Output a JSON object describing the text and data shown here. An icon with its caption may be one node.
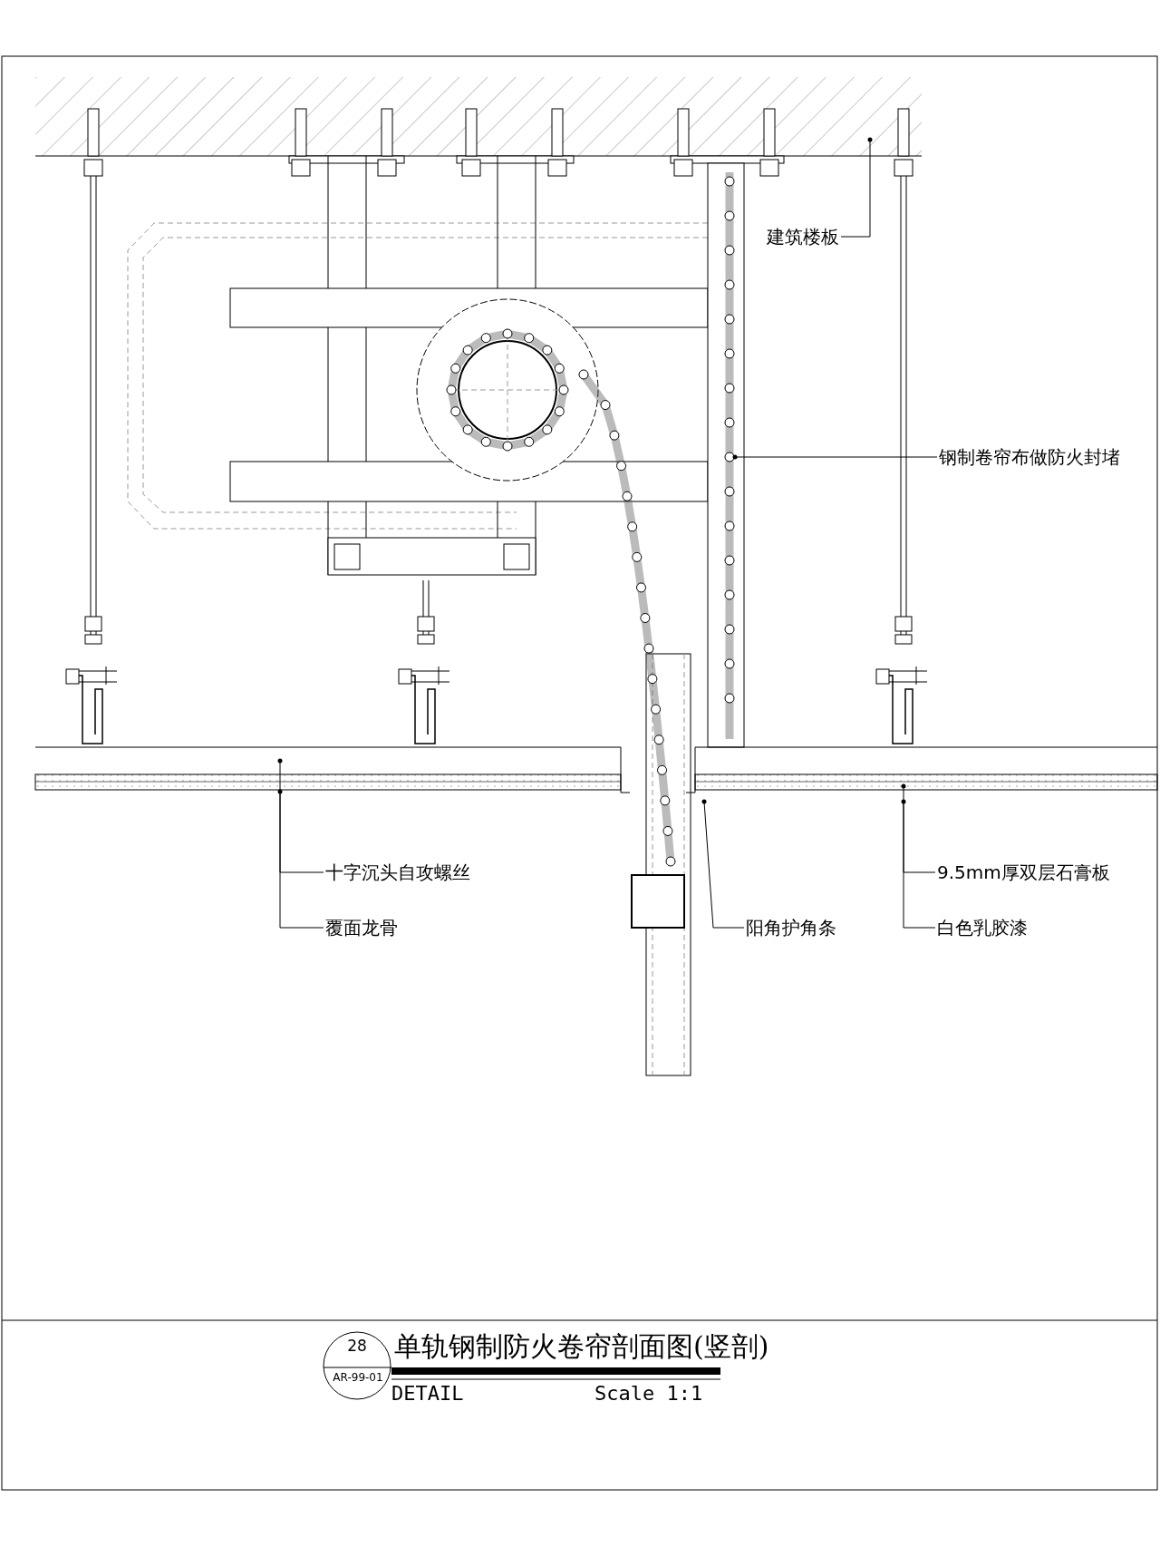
{
  "diagram": {
    "title": "单轨钢制防火卷帘剖面图(竖剖)",
    "nodes": [
      {
        "text": [
          "建筑楼板"
        ]
      },
      {
        "text": [
          "钢制卷帘布做防火封堵"
        ]
      },
      {
        "text": [
          "十字沉头自攻螺丝"
        ]
      },
      {
        "text": [
          "覆面龙骨"
        ]
      },
      {
        "text": [
          "9.5mm厚双层石膏板"
        ]
      },
      {
        "text": [
          "白色乳胶漆"
        ]
      },
      {
        "text": [
          "阳角护角条"
        ]
      }
    ],
    "edges": [
      {
        "from": 0,
        "to": null,
        "arrow": "other"
      },
      {
        "from": 1,
        "to": null,
        "arrow": "other"
      },
      {
        "from": 2,
        "to": null,
        "arrow": "other"
      },
      {
        "from": 3,
        "to": null,
        "arrow": "other"
      },
      {
        "from": 4,
        "to": null,
        "arrow": "other"
      },
      {
        "from": 5,
        "to": null,
        "arrow": "other"
      },
      {
        "from": 6,
        "to": null,
        "arrow": "other"
      }
    ],
    "labels": [
      "28",
      "AR-99-01",
      "DETAIL",
      "Scale 1:1"
    ]
  }
}
